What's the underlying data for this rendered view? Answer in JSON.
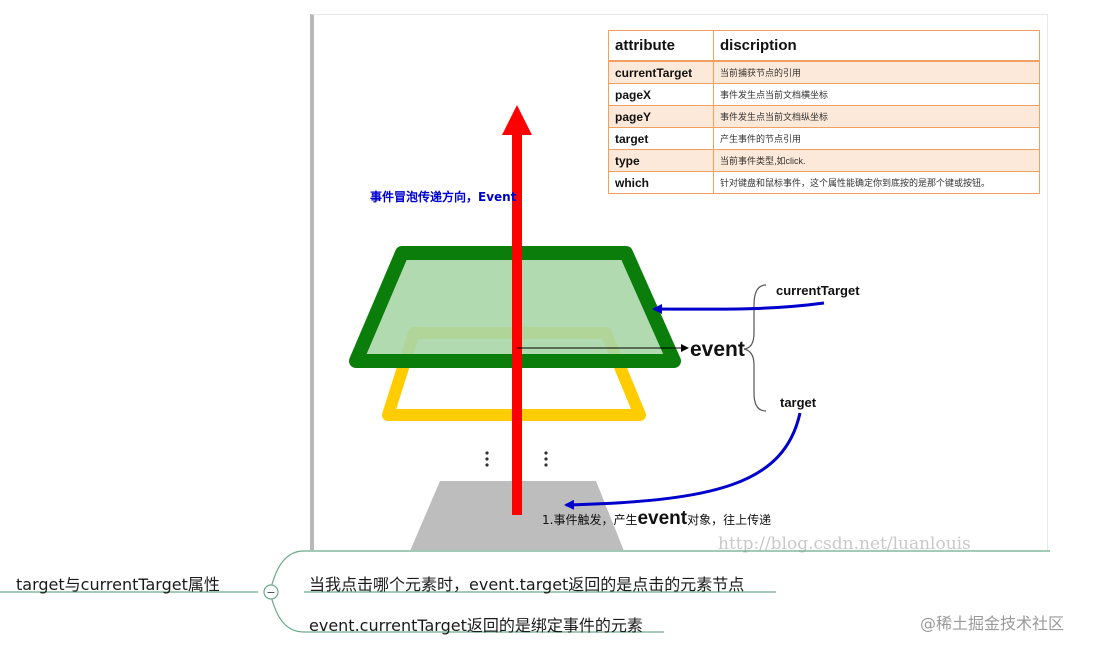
{
  "table": {
    "headers": [
      "attribute",
      "discription"
    ],
    "rows": [
      {
        "key": "currentTarget",
        "value": "当前捕获节点的引用"
      },
      {
        "key": "pageX",
        "value": "事件发生点当前文档横坐标"
      },
      {
        "key": "pageY",
        "value": "事件发生点当前文档纵坐标"
      },
      {
        "key": "target",
        "value": "产生事件的节点引用"
      },
      {
        "key": "type",
        "value": "当前事件类型,如click."
      },
      {
        "key": "which",
        "value": "针对键盘和鼠标事件，这个属性能确定你到底按的是那个键或按钮。"
      }
    ]
  },
  "diagram": {
    "bubble_label": "事件冒泡传递方向，Event",
    "event_label": "event",
    "current_target_label": "currentTarget",
    "target_label": "target",
    "trigger_prefix": "1.事件触发，产生",
    "trigger_event": "event",
    "trigger_suffix": "对象，往上传递",
    "colors": {
      "green": "#0a7d0a",
      "green_fill": "#a9d6a9",
      "yellow": "#ffcc00",
      "red": "#ff0000",
      "blue": "#0000cc",
      "gray": "#bdbdbd"
    }
  },
  "mindmap": {
    "root": "target与currentTarget属性",
    "branches": [
      "当我点击哪个元素时，event.target返回的是点击的元素节点",
      "event.currentTarget返回的是绑定事件的元素"
    ],
    "collapse_symbol": "−"
  },
  "watermarks": {
    "csdn": "http://blog.csdn.net/luanlouis",
    "juejin": "@稀土掘金技术社区"
  }
}
